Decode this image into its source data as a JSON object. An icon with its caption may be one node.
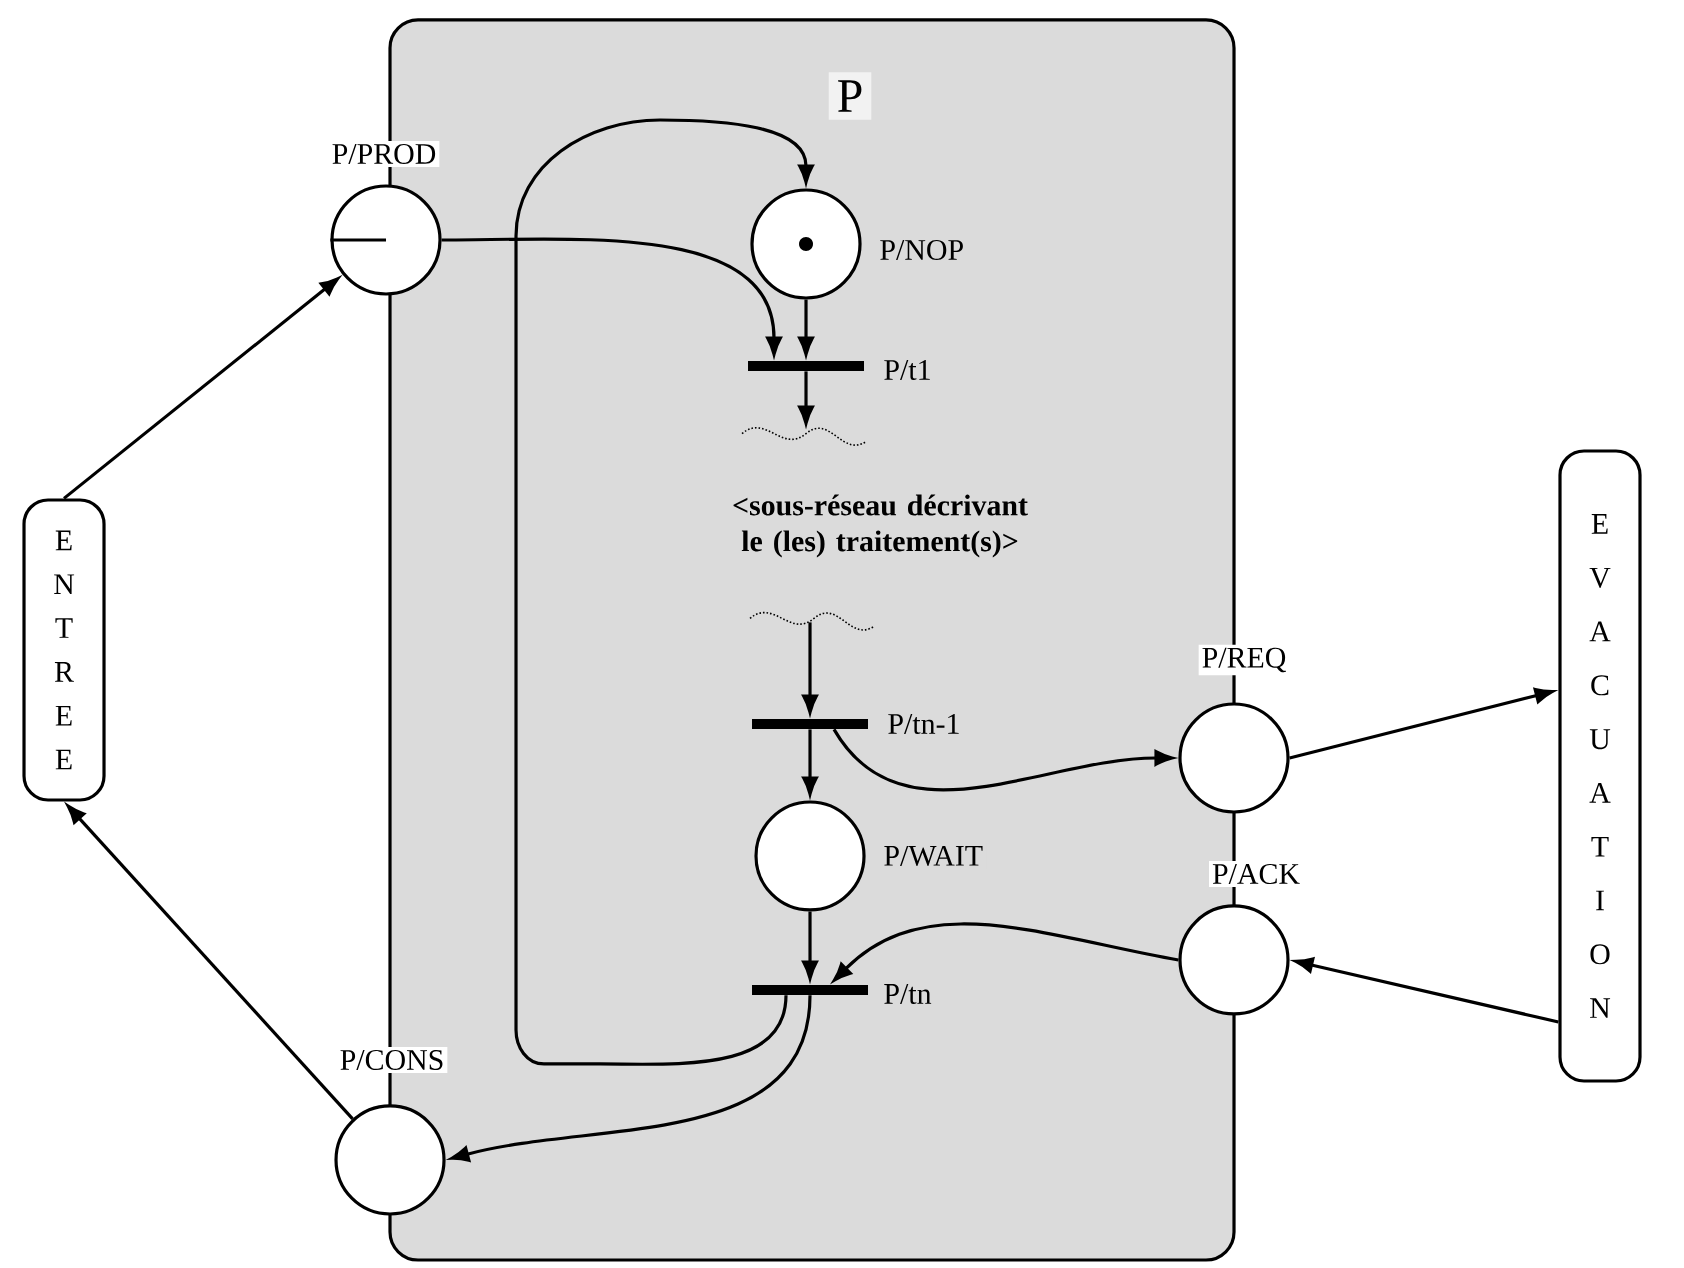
{
  "diagram": {
    "nodes": [
      {
        "text": [
          "P"
        ]
      },
      {
        "text": [],
        "shape": "circle",
        "beside": [
          "P/PROD"
        ]
      },
      {
        "text": [],
        "shape": "circle",
        "beside": [
          "P/NOP"
        ],
        "in": 0
      },
      {
        "text": [],
        "shape": "bar",
        "beside": [
          "P/t1"
        ],
        "in": 0
      },
      {
        "text": [
          "<sous-réseau décrivant le (les) traitement(s)>"
        ],
        "in": 0
      },
      {
        "text": [],
        "shape": "bar",
        "beside": [
          "P/tn-1"
        ],
        "in": 0
      },
      {
        "text": [],
        "shape": "circle",
        "beside": [
          "P/WAIT"
        ],
        "in": 0
      },
      {
        "text": [],
        "shape": "bar",
        "beside": [
          "P/tn"
        ],
        "in": 0
      },
      {
        "text": [
          "E N T R E E"
        ]
      },
      {
        "text": [],
        "shape": "circle",
        "beside": [
          "P/CONS"
        ]
      },
      {
        "text": [],
        "shape": "circle",
        "beside": [
          "P/REQ"
        ]
      },
      {
        "text": [],
        "shape": "circle",
        "beside": [
          "P/ACK"
        ]
      },
      {
        "text": [
          "E V A C U A T I O N"
        ]
      }
    ],
    "edges": [
      {
        "from": 8,
        "to": 1,
        "arrow": "to"
      },
      {
        "from": 1,
        "to": 3,
        "arrow": "to"
      },
      {
        "from": 2,
        "to": 3,
        "arrow": "to"
      },
      {
        "from": 3,
        "to": 4,
        "arrow": "to"
      },
      {
        "from": 4,
        "to": 5,
        "arrow": "to"
      },
      {
        "from": 5,
        "to": 6,
        "arrow": "to"
      },
      {
        "from": 5,
        "to": 10,
        "arrow": "to"
      },
      {
        "from": 10,
        "to": 12,
        "arrow": "to"
      },
      {
        "from": 12,
        "to": 11,
        "arrow": "to"
      },
      {
        "from": 11,
        "to": 7,
        "arrow": "to"
      },
      {
        "from": 6,
        "to": 7,
        "arrow": "to"
      },
      {
        "from": 7,
        "to": 9,
        "arrow": "to"
      },
      {
        "from": 9,
        "to": 8,
        "arrow": "to"
      },
      {
        "from": 7,
        "to": 2,
        "arrow": "to"
      }
    ]
  }
}
